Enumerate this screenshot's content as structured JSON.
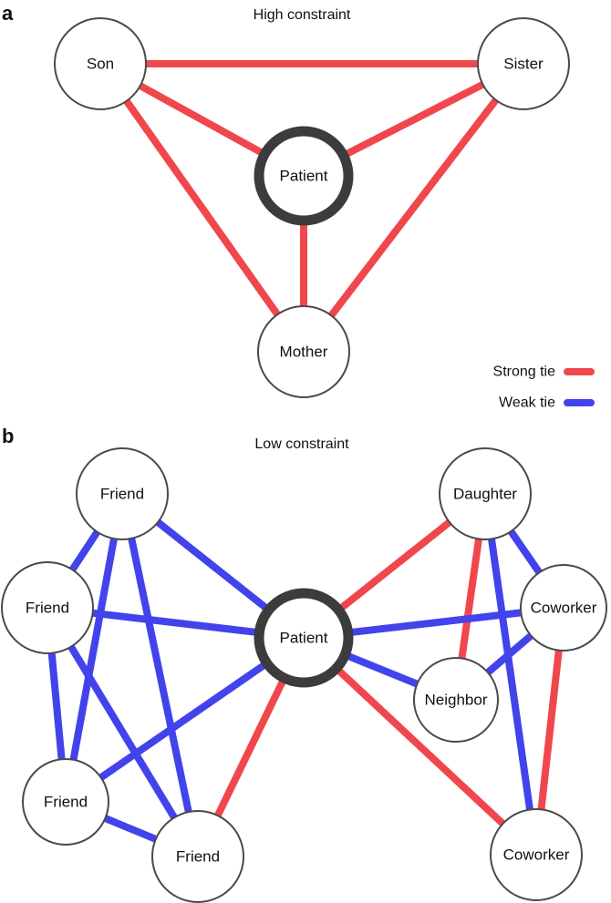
{
  "colors": {
    "strong": "#f0474d",
    "weak": "#4343ec"
  },
  "legend": {
    "strong_label": "Strong tie",
    "weak_label": "Weak tie"
  },
  "panels": [
    {
      "letter": "a",
      "title": "High constraint",
      "nodes": [
        {
          "id": "son",
          "label": "Son"
        },
        {
          "id": "sister",
          "label": "Sister"
        },
        {
          "id": "patient",
          "label": "Patient",
          "center": true
        },
        {
          "id": "mother",
          "label": "Mother"
        }
      ],
      "edges": [
        {
          "from": "son",
          "to": "sister",
          "type": "strong"
        },
        {
          "from": "son",
          "to": "patient",
          "type": "strong"
        },
        {
          "from": "sister",
          "to": "patient",
          "type": "strong"
        },
        {
          "from": "son",
          "to": "mother",
          "type": "strong"
        },
        {
          "from": "sister",
          "to": "mother",
          "type": "strong"
        },
        {
          "from": "patient",
          "to": "mother",
          "type": "strong"
        }
      ]
    },
    {
      "letter": "b",
      "title": "Low constraint",
      "nodes": [
        {
          "id": "friend1",
          "label": "Friend"
        },
        {
          "id": "friend2",
          "label": "Friend"
        },
        {
          "id": "friend3",
          "label": "Friend"
        },
        {
          "id": "friend4",
          "label": "Friend"
        },
        {
          "id": "patient",
          "label": "Patient",
          "center": true
        },
        {
          "id": "daughter",
          "label": "Daughter"
        },
        {
          "id": "coworker1",
          "label": "Coworker"
        },
        {
          "id": "neighbor",
          "label": "Neighbor"
        },
        {
          "id": "coworker2",
          "label": "Coworker"
        }
      ],
      "edges": [
        {
          "from": "friend1",
          "to": "friend2",
          "type": "weak"
        },
        {
          "from": "friend1",
          "to": "friend3",
          "type": "weak"
        },
        {
          "from": "friend1",
          "to": "friend4",
          "type": "weak"
        },
        {
          "from": "friend1",
          "to": "patient",
          "type": "weak"
        },
        {
          "from": "friend2",
          "to": "friend3",
          "type": "weak"
        },
        {
          "from": "friend2",
          "to": "friend4",
          "type": "weak"
        },
        {
          "from": "friend2",
          "to": "patient",
          "type": "weak"
        },
        {
          "from": "friend3",
          "to": "friend4",
          "type": "weak"
        },
        {
          "from": "friend3",
          "to": "patient",
          "type": "weak"
        },
        {
          "from": "friend4",
          "to": "patient",
          "type": "strong"
        },
        {
          "from": "daughter",
          "to": "patient",
          "type": "strong"
        },
        {
          "from": "daughter",
          "to": "neighbor",
          "type": "strong"
        },
        {
          "from": "daughter",
          "to": "coworker1",
          "type": "weak"
        },
        {
          "from": "daughter",
          "to": "coworker2",
          "type": "weak"
        },
        {
          "from": "coworker1",
          "to": "patient",
          "type": "weak"
        },
        {
          "from": "coworker1",
          "to": "neighbor",
          "type": "weak"
        },
        {
          "from": "coworker1",
          "to": "coworker2",
          "type": "strong"
        },
        {
          "from": "neighbor",
          "to": "patient",
          "type": "weak"
        },
        {
          "from": "coworker2",
          "to": "patient",
          "type": "strong"
        }
      ]
    }
  ]
}
